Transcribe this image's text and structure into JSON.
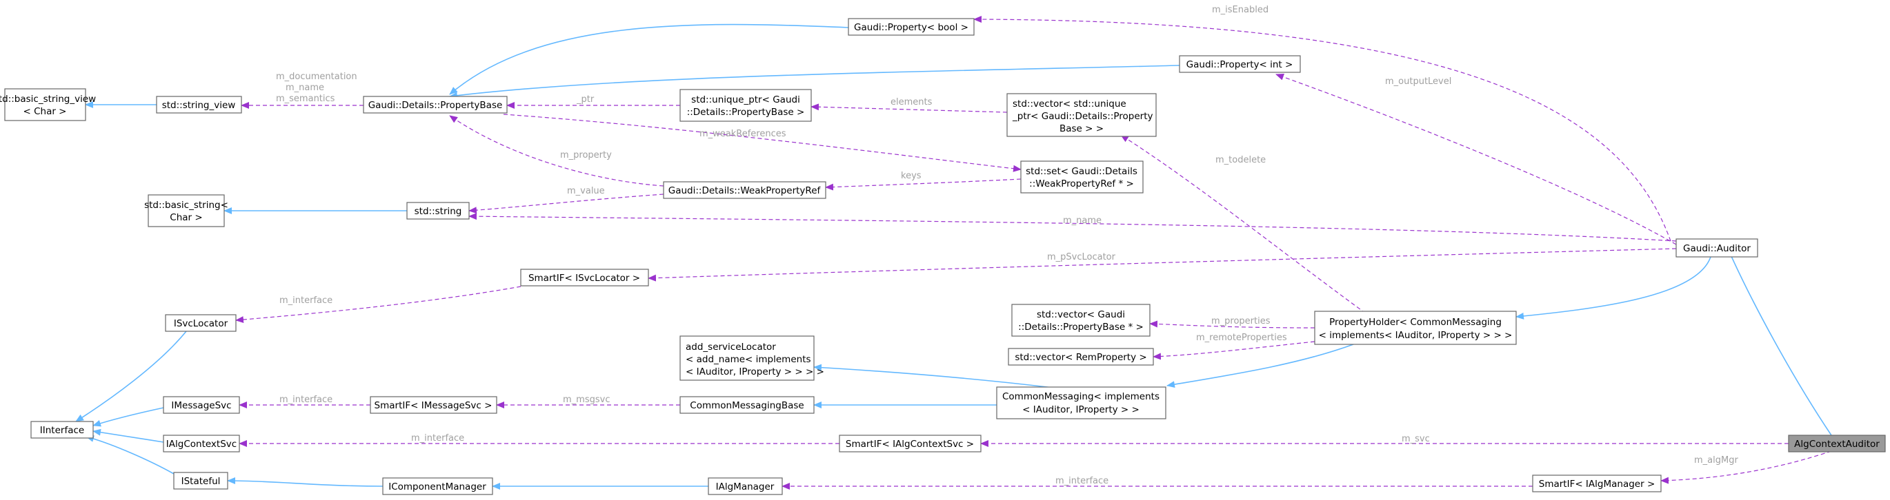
{
  "nodes": {
    "alg_context_auditor": [
      "AlgContextAuditor"
    ],
    "gaudi_auditor": [
      "Gaudi::Auditor"
    ],
    "property_holder": [
      "PropertyHolder< CommonMessaging",
      "< implements< IAuditor, IProperty > > >"
    ],
    "common_messaging": [
      "CommonMessaging< implements",
      "< IAuditor, IProperty > >"
    ],
    "add_service_locator": [
      "add_serviceLocator",
      "< add_name< implements",
      "< IAuditor, IProperty > > > >"
    ],
    "common_messaging_base": [
      "CommonMessagingBase"
    ],
    "smartif_imessagesvc": [
      "SmartIF< IMessageSvc >"
    ],
    "imessagesvc": [
      "IMessageSvc"
    ],
    "iinterface": [
      "IInterface"
    ],
    "ialgcontextsvc": [
      "IAlgContextSvc"
    ],
    "istateful": [
      "IStateful"
    ],
    "isvclocator": [
      "ISvcLocator"
    ],
    "icomponentmanager": [
      "IComponentManager"
    ],
    "ialgmanager": [
      "IAlgManager"
    ],
    "smartif_ialgmanager": [
      "SmartIF< IAlgManager >"
    ],
    "smartif_ialgcontextsvc": [
      "SmartIF< IAlgContextSvc >"
    ],
    "smartif_isvclocator": [
      "SmartIF< ISvcLocator >"
    ],
    "std_string": [
      "std::string"
    ],
    "std_basic_string": [
      "std::basic_string<",
      "Char >"
    ],
    "std_string_view": [
      "std::string_view"
    ],
    "std_basic_string_view": [
      "std::basic_string_view",
      "< Char >"
    ],
    "property_base": [
      "Gaudi::Details::PropertyBase"
    ],
    "property_bool": [
      "Gaudi::Property< bool >"
    ],
    "property_int": [
      "Gaudi::Property< int >"
    ],
    "unique_ptr": [
      "std::unique_ptr< Gaudi",
      "::Details::PropertyBase >"
    ],
    "vector_unique_ptr": [
      "std::vector< std::unique",
      "_ptr< Gaudi::Details::Property",
      "Base > >"
    ],
    "weak_property_ref": [
      "Gaudi::Details::WeakPropertyRef"
    ],
    "set_weak_ref": [
      "std::set< Gaudi::Details",
      "::WeakPropertyRef * >"
    ],
    "vector_property_base": [
      "std::vector< Gaudi",
      "::Details::PropertyBase * >"
    ],
    "vector_rem_property": [
      "std::vector< RemProperty >"
    ]
  },
  "edge_labels": {
    "m_svc": "m_svc",
    "m_algMgr": "m_algMgr",
    "m_interface_algmgr": "m_interface",
    "m_interface_algctx": "m_interface",
    "m_interface_msg": "m_interface",
    "m_interface_svcloc": "m_interface",
    "m_msgsvc": "m_msgsvc",
    "m_pSvcLocator": "m_pSvcLocator",
    "m_name": "m_name",
    "m_isEnabled": "m_isEnabled",
    "m_outputLevel": "m_outputLevel",
    "m_todelete": "m_todelete",
    "m_properties": "m_properties",
    "m_remoteProperties": "m_remoteProperties",
    "m_value": "m_value",
    "m_property": "m_property",
    "m_weakReferences": "m_weakReferences",
    "keys": "keys",
    "elements": "elements",
    "ptr": "_ptr",
    "m_documentation": "m_documentation",
    "m_name_sv": "m_name",
    "m_semantics": "m_semantics"
  },
  "colors": {
    "inheritance": "#63b8ff",
    "usage": "#9a32cd",
    "focus_fill": "#999999",
    "label": "#a0a0a0"
  }
}
